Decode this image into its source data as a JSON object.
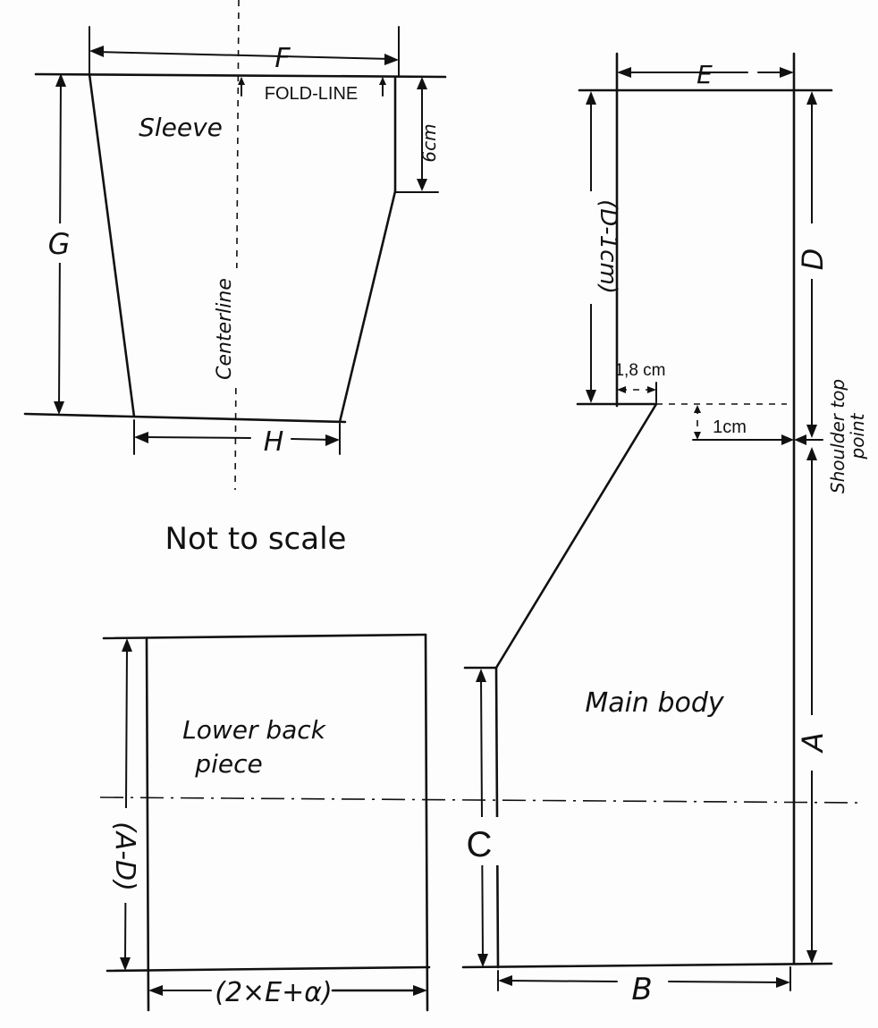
{
  "labels": {
    "F": "F",
    "fold_line": "FOLD-LINE",
    "six_cm": "6cm",
    "sleeve": "Sleeve",
    "G": "G",
    "centerline": "Centerline",
    "H": "H",
    "not_to_scale": "Not to scale",
    "E": "E",
    "D_minus_1cm": "(D-1cm)",
    "D": "D",
    "one_eight_cm": "1,8 cm",
    "one_cm": "1cm",
    "shoulder_line1": "Shoulder top",
    "shoulder_line2": "point",
    "main_body": "Main body",
    "A": "A",
    "C": "C",
    "B": "B",
    "lower_back_line1": "Lower back",
    "lower_back_line2": "piece",
    "A_minus_D": "(A-D)",
    "two_E_alpha": "(2×E+α)"
  }
}
